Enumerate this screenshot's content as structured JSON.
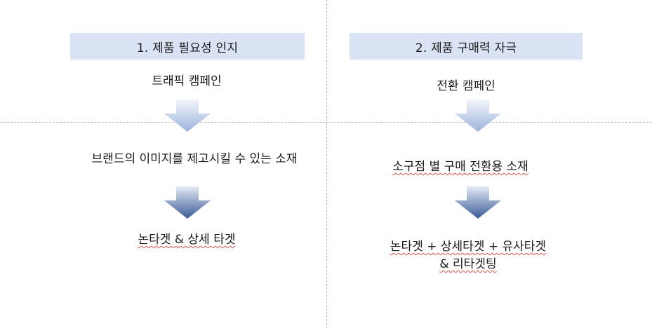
{
  "left": {
    "header": "1. 제품 필요성 인지",
    "campaign": "트래픽 캠페인",
    "creative": "브랜드의 이미지를 제고시킬 수 있는 소재",
    "targeting": "논타겟 & 상세 타겟"
  },
  "right": {
    "header": "2. 제품 구매력 자극",
    "campaign": "전환 캠페인",
    "creative": "소구점 별 구매 전환용 소재",
    "targeting_line1": "논타겟 + 상세타겟 + 유사타겟",
    "targeting_line2": "& 리타겟팅"
  },
  "colors": {
    "header_bg": "#dae3f3",
    "arrow_light": "#dae3f3",
    "arrow_dark": "#3f5f9c",
    "divider": "#b5b5b5"
  }
}
